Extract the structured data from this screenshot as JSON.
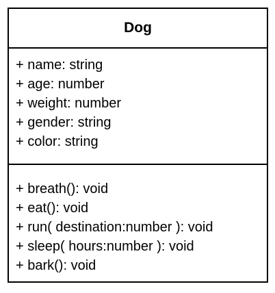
{
  "uml_class": {
    "name": "Dog",
    "attributes": [
      "+ name: string",
      "+ age: number",
      "+ weight: number",
      "+ gender: string",
      "+ color: string"
    ],
    "operations": [
      "+ breath(): void",
      "+ eat(): void",
      "+ run( destination:number ): void",
      "+ sleep( hours:number ): void",
      "+ bark(): void"
    ]
  }
}
